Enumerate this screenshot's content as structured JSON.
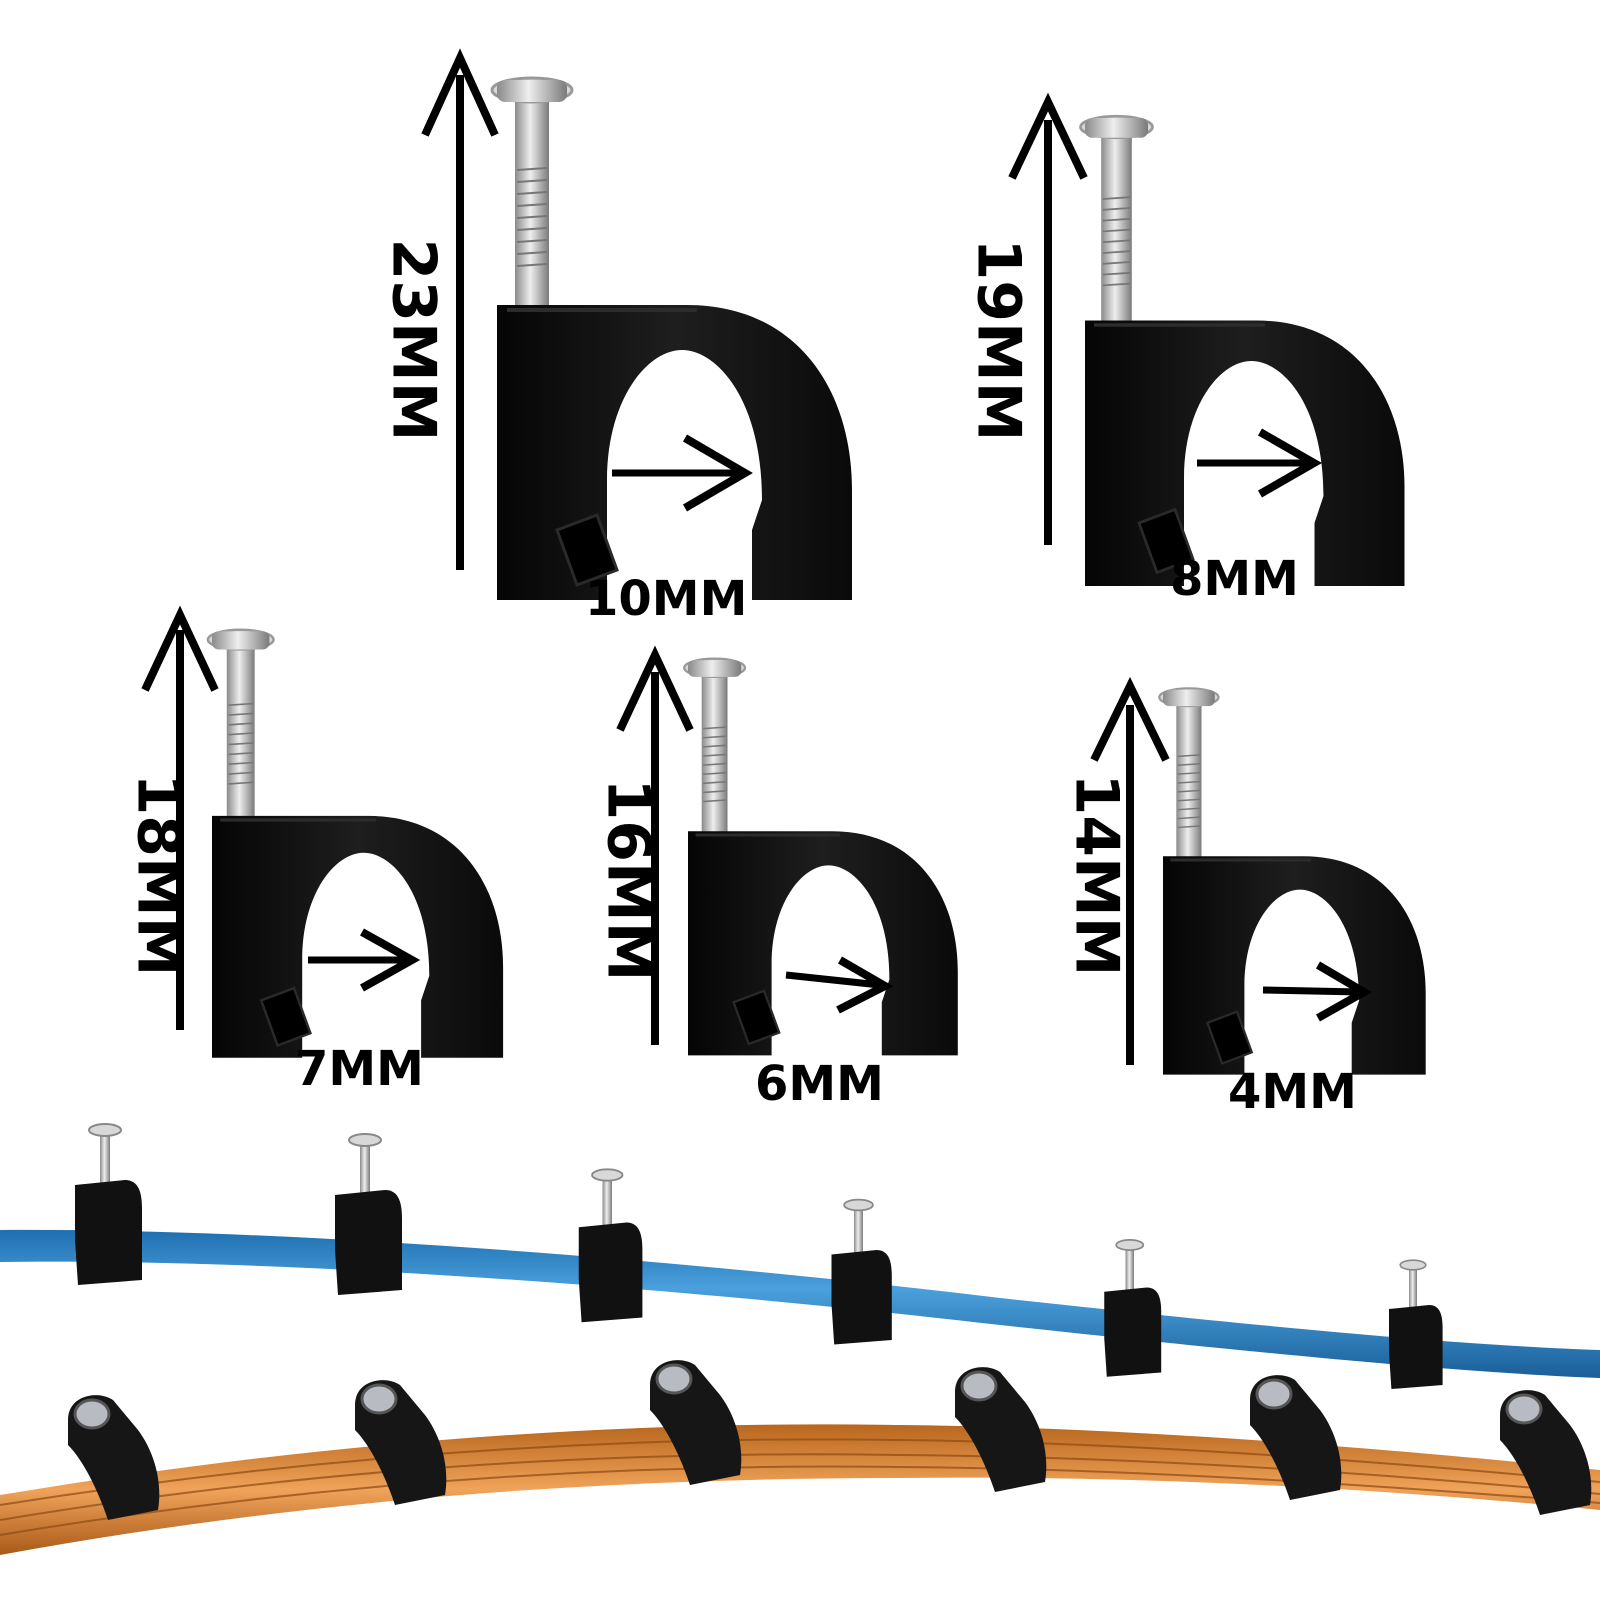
{
  "clips": [
    {
      "name": "clip-10mm",
      "height_label": "23MM",
      "width_label": "10MM"
    },
    {
      "name": "clip-8mm",
      "height_label": "19MM",
      "width_label": "8MM"
    },
    {
      "name": "clip-7mm",
      "height_label": "18MM",
      "width_label": "7MM"
    },
    {
      "name": "clip-6mm",
      "height_label": "16MM",
      "width_label": "6MM"
    },
    {
      "name": "clip-4mm",
      "height_label": "14MM",
      "width_label": "4MM"
    }
  ],
  "cables": [
    {
      "name": "blue-cable",
      "color": "#2f86c6"
    },
    {
      "name": "orange-cable-bundle",
      "color": "#d98a3a"
    }
  ],
  "colors": {
    "clip": "#111111",
    "nail": "#c9c9c9",
    "arrow": "#000000"
  }
}
